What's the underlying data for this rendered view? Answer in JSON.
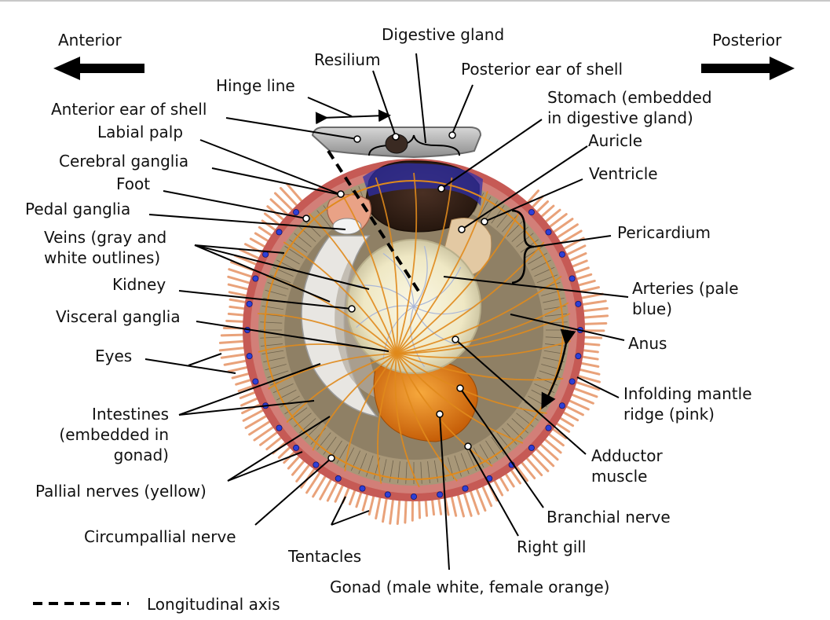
{
  "directions": {
    "anterior": "Anterior",
    "posterior": "Posterior"
  },
  "labels": {
    "digestive_gland": "Digestive gland",
    "resilium": "Resilium",
    "posterior_ear": "Posterior ear of shell",
    "hinge_line": "Hinge line",
    "stomach": "Stomach (embedded\nin digestive gland)",
    "anterior_ear": "Anterior ear of shell",
    "labial_palp": "Labial palp",
    "auricle": "Auricle",
    "cerebral_ganglia": "Cerebral ganglia",
    "ventricle": "Ventricle",
    "foot": "Foot",
    "pedal_ganglia": "Pedal ganglia",
    "pericardium": "Pericardium",
    "veins": "Veins (gray and\nwhite outlines)",
    "kidney": "Kidney",
    "arteries": "Arteries (pale\nblue)",
    "visceral_ganglia": "Visceral ganglia",
    "anus": "Anus",
    "eyes": "Eyes",
    "infolding_mantle_ridge": "Infolding mantle\nridge (pink)",
    "intestines": "Intestines\n(embedded in\ngonad)",
    "adductor_muscle": "Adductor\nmuscle",
    "pallial_nerves": "Pallial nerves (yellow)",
    "branchial_nerve": "Branchial nerve",
    "circumpallial_nerve": "Circumpallial nerve",
    "right_gill": "Right gill",
    "tentacles": "Tentacles",
    "gonad": "Gonad (male white, female orange)"
  },
  "legend": {
    "longitudinal_axis": "Longitudinal axis"
  },
  "colors": {
    "tentacle": "#e9a27a",
    "mantle_edge": "#b14a4a",
    "mantle_pink": "#d98c8c",
    "gill": "#8a7d66",
    "eye_blue": "#2f3fd6",
    "nerve": "#e08a1c",
    "adductor": "#f2ecd0",
    "gonad_orange": "#e97c14",
    "digestive_gland": "#3a2418",
    "stomach_blue": "#2a2aa0",
    "shell_gray": "#9a9a9a",
    "foot": "#e6a285",
    "kidney": "#e0ddd8"
  }
}
